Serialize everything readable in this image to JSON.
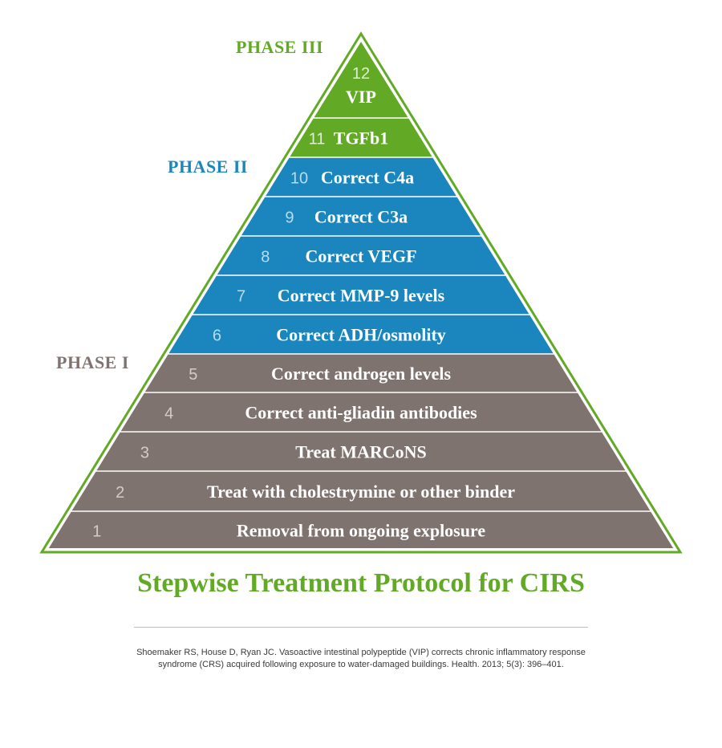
{
  "colors": {
    "phase1": "#7f7370",
    "phase2": "#1b85bd",
    "phase3": "#62aa26",
    "outline": "#62aa26",
    "title": "#62aa26",
    "phase1_label": "#7f7370",
    "phase2_label": "#1b85bd",
    "phase3_label": "#62aa26",
    "number_on_grey": "#d4ccc8",
    "number_on_blue": "#b9dcf0",
    "number_on_green": "#dcefcc"
  },
  "phases": {
    "phase1": "PHASE I",
    "phase2": "PHASE II",
    "phase3": "PHASE III"
  },
  "steps": [
    {
      "num": "1",
      "label": "Removal from ongoing explosure",
      "phase": "phase1"
    },
    {
      "num": "2",
      "label": "Treat with cholestrymine or other binder",
      "phase": "phase1"
    },
    {
      "num": "3",
      "label": "Treat MARCoNS",
      "phase": "phase1"
    },
    {
      "num": "4",
      "label": "Correct anti-gliadin antibodies",
      "phase": "phase1"
    },
    {
      "num": "5",
      "label": "Correct androgen levels",
      "phase": "phase1"
    },
    {
      "num": "6",
      "label": "Correct ADH/osmolity",
      "phase": "phase2"
    },
    {
      "num": "7",
      "label": "Correct MMP-9 levels",
      "phase": "phase2"
    },
    {
      "num": "8",
      "label": "Correct VEGF",
      "phase": "phase2"
    },
    {
      "num": "9",
      "label": "Correct C3a",
      "phase": "phase2"
    },
    {
      "num": "10",
      "label": "Correct C4a",
      "phase": "phase2"
    },
    {
      "num": "11",
      "label": "TGFb1",
      "phase": "phase3"
    },
    {
      "num": "12",
      "label": "VIP",
      "phase": "phase3"
    }
  ],
  "title": "Stepwise Treatment Protocol for CIRS",
  "citation": {
    "line1": "Shoemaker RS, House D, Ryan JC. Vasoactive intestinal polypeptide (VIP) corrects chronic inflammatory response",
    "line2": "syndrome (CRS) acquired following exposure to water-damaged buildings. Health. 2013; 5(3): 396–401."
  }
}
